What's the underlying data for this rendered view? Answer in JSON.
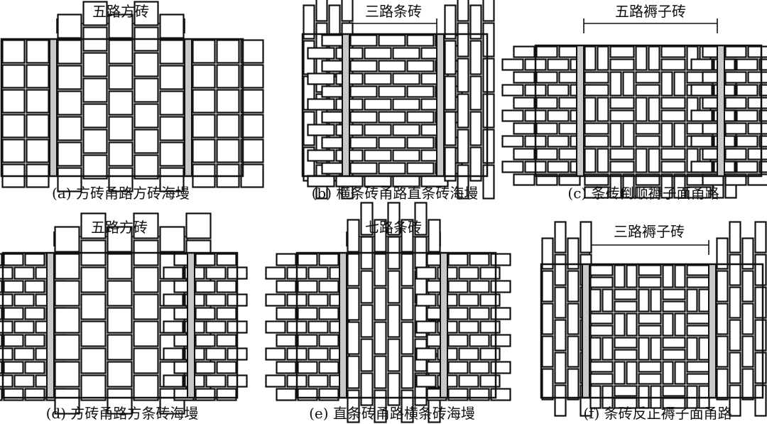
{
  "panels": [
    {
      "id": "a",
      "span_label": "五路方砖",
      "caption": "(a) 方砖甬路方砖海墁",
      "pattern": "square-field_square-path"
    },
    {
      "id": "b",
      "span_label": "三路条砖",
      "caption": "(b) 横条砖甬路直条砖海墁",
      "pattern": "vertical-field_horizontal-path"
    },
    {
      "id": "c",
      "span_label": "五路褥子砖",
      "caption": "(c) 条砖倒顺褥子面甬路",
      "pattern": "running-field_basket-path"
    },
    {
      "id": "d",
      "span_label": "五路方砖",
      "caption": "(d) 方砖甬路方条砖海墁",
      "pattern": "running-field_square-path"
    },
    {
      "id": "e",
      "span_label": "七路条砖",
      "caption": "(e) 直条砖甬路横条砖海墁",
      "pattern": "running-field_vertical-path"
    },
    {
      "id": "f",
      "span_label": "三路褥子砖",
      "caption": "(f) 条砖反正褥子面甬路",
      "pattern": "vertical-field_basket-path"
    }
  ],
  "colors": {
    "line": "#111111",
    "curb": "#c8c8c8",
    "background": "#ffffff"
  }
}
